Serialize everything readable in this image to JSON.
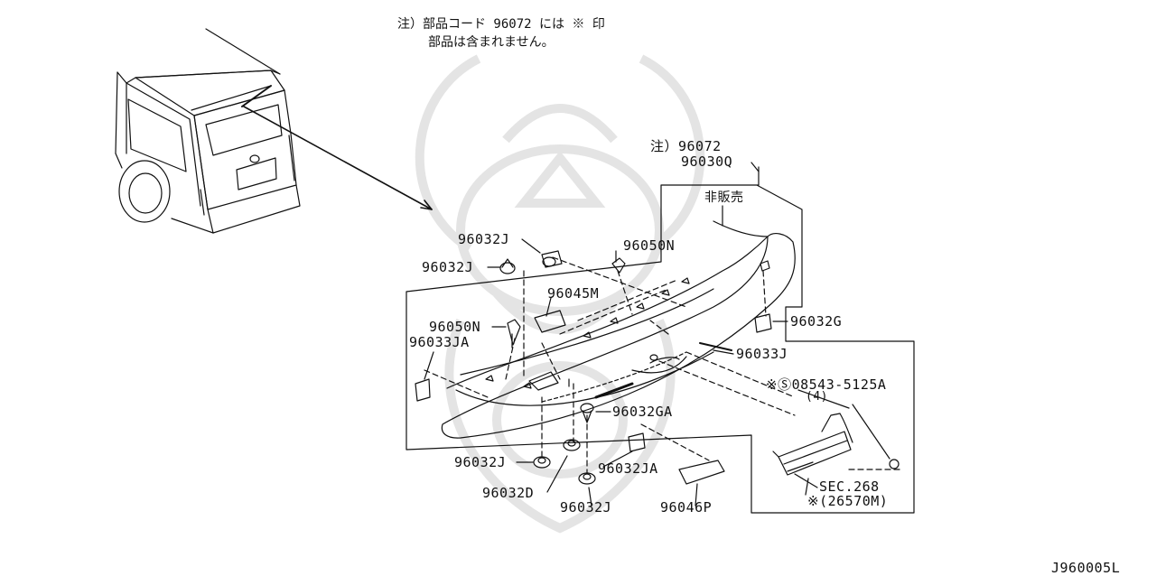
{
  "note": {
    "line1": "注）部品コード 96072 には ※ 印",
    "line2": "部品は含まれません。"
  },
  "labels": {
    "n96072": "注）96072",
    "n96030Q": "96030Q",
    "hihanbai": "非販売",
    "n96032J_a": "96032J",
    "n96032J_b": "96032J",
    "n96050N_a": "96050N",
    "n96045M": "96045M",
    "n96050N_b": "96050N",
    "n96033JA": "96033JA",
    "n96032G": "96032G",
    "n96033J": "96033J",
    "n08543": "※Ⓢ08543-5125A",
    "qty4": "(4)",
    "n96032GA": "96032GA",
    "n96032J_c": "96032J",
    "n96032JA": "96032JA",
    "n96032D": "96032D",
    "n96032J_d": "96032J",
    "n96046P": "96046P",
    "sec268": "SEC.268",
    "n26570M": "※(26570M)"
  },
  "diagram_id": "J960005L",
  "colors": {
    "line": "#111111",
    "watermark": "#e6e6e6"
  }
}
